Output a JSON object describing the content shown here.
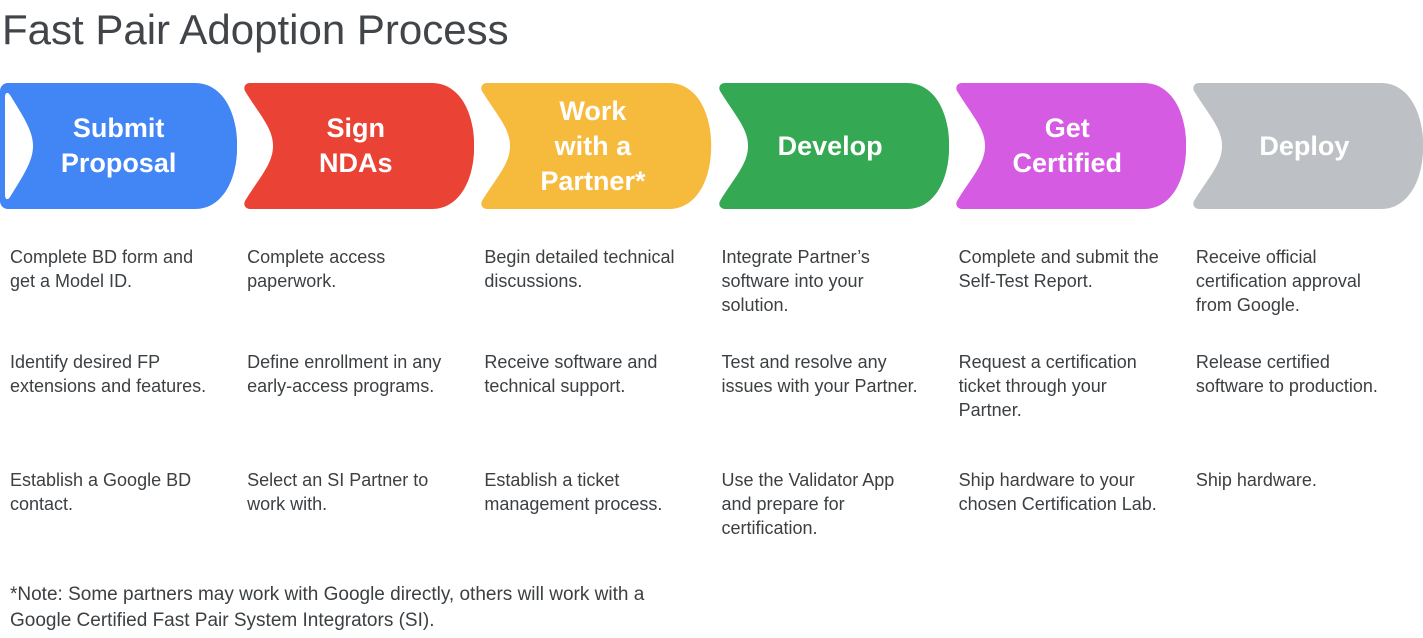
{
  "page": {
    "title": "Fast Pair Adoption Process",
    "background": "#ffffff",
    "title_color": "#414448",
    "body_text_color": "#3c4043"
  },
  "stages": [
    {
      "label": "Submit\nProposal",
      "color": "#4285F4",
      "details": [
        "Complete BD form and get a Model ID.",
        "Identify desired FP extensions and features.",
        "Establish a Google BD contact."
      ]
    },
    {
      "label": "Sign\nNDAs",
      "color": "#EA4335",
      "details": [
        "Complete access paperwork.",
        "Define enrollment in any early-access programs.",
        "Select an SI Partner to work with."
      ]
    },
    {
      "label": "Work\nwith a\nPartner*",
      "color": "#F6BA3C",
      "details": [
        "Begin detailed technical discussions.",
        "Receive software and technical support.",
        "Establish a ticket management process."
      ]
    },
    {
      "label": "Develop",
      "color": "#34A853",
      "details": [
        "Integrate Partner’s software into your solution.",
        "Test and resolve any issues with your Partner.",
        "Use the Validator App and prepare for certification."
      ]
    },
    {
      "label": "Get\nCertified",
      "color": "#D55BE3",
      "details": [
        "Complete and submit the Self-Test Report.",
        "Request a certification ticket through your Partner.",
        "Ship hardware to your chosen Certification Lab."
      ]
    },
    {
      "label": "Deploy",
      "color": "#BDC1C6",
      "details": [
        "Receive official certification approval from Google.",
        "Release certified software to production.",
        "Ship hardware."
      ]
    }
  ],
  "footnote": "*Note: Some partners may work with Google directly, others will work with a\nGoogle Certified Fast Pair System Integrators (SI)."
}
